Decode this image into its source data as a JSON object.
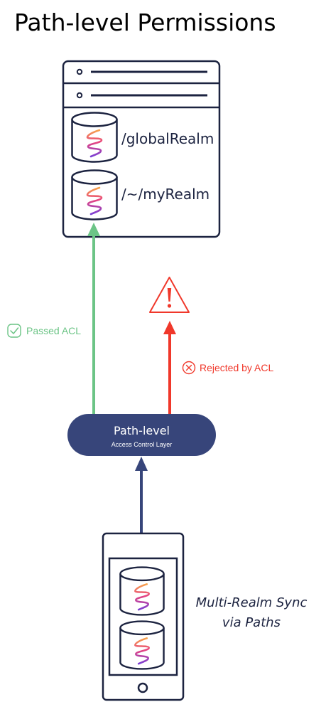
{
  "title": "Path-level Permissions",
  "server": {
    "realms": [
      {
        "path": "/globalRealm",
        "icon": "realm-db-icon"
      },
      {
        "path": "/~/myRealm",
        "icon": "realm-db-icon"
      }
    ]
  },
  "flows": {
    "passed": {
      "label": "Passed ACL",
      "icon": "check-icon",
      "color": "#6cc486"
    },
    "rejected": {
      "label": "Rejected by ACL",
      "icon": "x-circle-icon",
      "color": "#f0382b"
    }
  },
  "warning": {
    "icon": "warning-triangle-icon",
    "color": "#f0382b"
  },
  "gate": {
    "title": "Path-level",
    "subtitle": "Access Control Layer",
    "color": "#37457a"
  },
  "device": {
    "caption_line1": "Multi-Realm Sync",
    "caption_line2": "via Paths",
    "icon": "phone-icon"
  },
  "colors": {
    "ink": "#1c2340",
    "navy": "#37457a"
  }
}
